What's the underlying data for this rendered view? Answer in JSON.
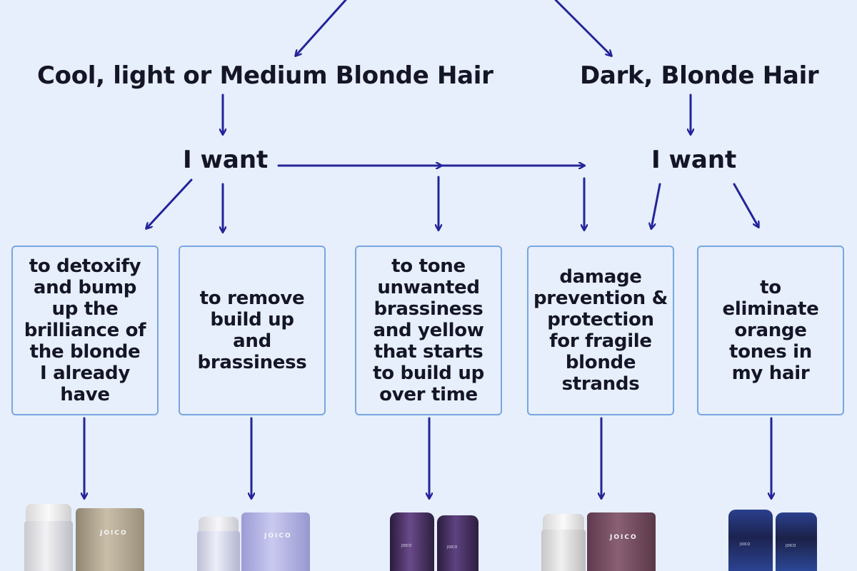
{
  "headings": {
    "cool": "Cool, light or Medium Blonde Hair",
    "dark": "Dark, Blonde Hair",
    "want_left": "I want",
    "want_right": "I want"
  },
  "options": [
    {
      "text": "to detoxify\nand bump\nup the\nbrilliance of\nthe blonde\nI already\nhave"
    },
    {
      "text": "to remove\nbuild up\nand\nbrassiness"
    },
    {
      "text": "to tone\nunwanted\nbrassiness\nand yellow\nthat starts\nto build up\nover time"
    },
    {
      "text": "damage\nprevention &\nprotection\nfor fragile\nblonde\nstrands"
    },
    {
      "text": "to\neliminate\norange\ntones  in\nmy hair"
    }
  ],
  "brand_label": "JOICO",
  "colors": {
    "background": "#e6effb",
    "arrow": "#24249a",
    "box_border": "#78a6e0",
    "text": "#151528"
  }
}
